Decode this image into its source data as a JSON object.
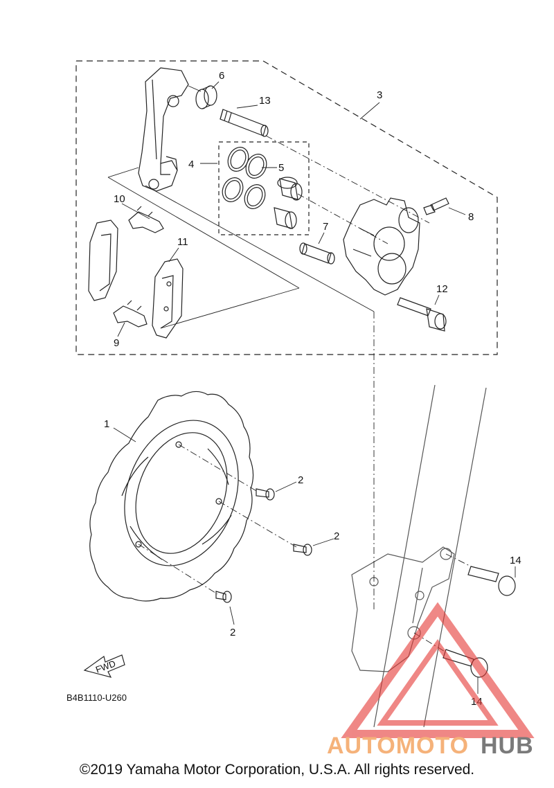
{
  "diagram": {
    "part_code": "B4B1110-U260",
    "fwd_label": "FWD",
    "callouts": {
      "c1": "1",
      "c2a": "2",
      "c2b": "2",
      "c2c": "2",
      "c3": "3",
      "c4": "4",
      "c5": "5",
      "c6": "6",
      "c7": "7",
      "c8": "8",
      "c9": "9",
      "c10": "10",
      "c11": "11",
      "c12": "12",
      "c13": "13",
      "c14a": "14",
      "c14b": "14"
    }
  },
  "watermark": {
    "brand_left": "AUTOMOTO",
    "brand_right": "HUB",
    "color_left": "#f5b27a",
    "color_right": "#7a7a7a",
    "logo_color": "#e53935"
  },
  "footer": {
    "copyright": "©2019 Yamaha Motor Corporation, U.S.A. All rights reserved."
  }
}
